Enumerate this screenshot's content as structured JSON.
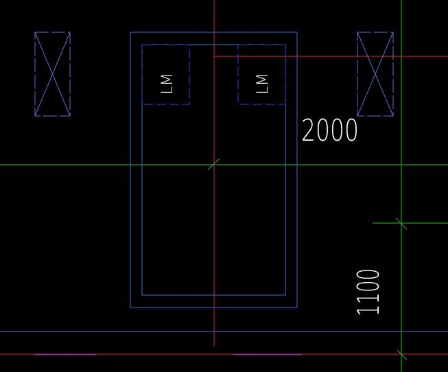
{
  "drawing": {
    "dimensions": {
      "vertical_span": "2000",
      "horizontal_span": "1100"
    },
    "door_labels": {
      "left": "LM",
      "right": "LM"
    }
  },
  "colors": {
    "background": "#000000",
    "outline_blue": "#3f6bd6",
    "inner_blue": "#2e7cc4",
    "dashed_blue": "#2c3fd8",
    "window_blue": "#5b6fd0",
    "axis_red": "#e8202a",
    "axis_green": "#22c522",
    "text_white": "#ffffff"
  }
}
